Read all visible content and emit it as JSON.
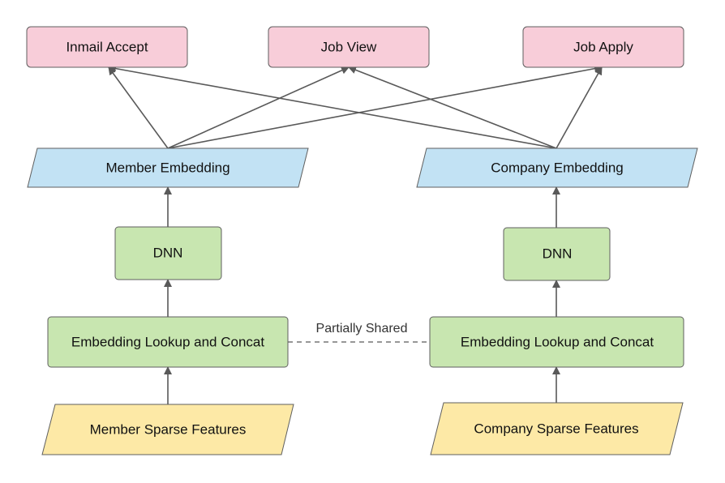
{
  "colors": {
    "output_fill": "#f8cdd9",
    "embedding_fill": "#c2e2f4",
    "process_fill": "#c8e6b0",
    "input_fill": "#fde9a6",
    "edge": "#595959"
  },
  "nodes": {
    "inmail_accept": {
      "label": "Inmail Accept",
      "kind": "output"
    },
    "job_view": {
      "label": "Job View",
      "kind": "output"
    },
    "job_apply": {
      "label": "Job Apply",
      "kind": "output"
    },
    "member_embedding": {
      "label": "Member Embedding",
      "kind": "embedding"
    },
    "company_embedding": {
      "label": "Company Embedding",
      "kind": "embedding"
    },
    "member_dnn": {
      "label": "DNN",
      "kind": "process"
    },
    "company_dnn": {
      "label": "DNN",
      "kind": "process"
    },
    "member_lookup": {
      "label": "Embedding Lookup and Concat",
      "kind": "process"
    },
    "company_lookup": {
      "label": "Embedding Lookup and Concat",
      "kind": "process"
    },
    "member_features": {
      "label": "Member Sparse Features",
      "kind": "input"
    },
    "company_features": {
      "label": "Company Sparse Features",
      "kind": "input"
    }
  },
  "edges": [
    {
      "from": "member_features",
      "to": "member_lookup"
    },
    {
      "from": "member_lookup",
      "to": "member_dnn"
    },
    {
      "from": "member_dnn",
      "to": "member_embedding"
    },
    {
      "from": "company_features",
      "to": "company_lookup"
    },
    {
      "from": "company_lookup",
      "to": "company_dnn"
    },
    {
      "from": "company_dnn",
      "to": "company_embedding"
    },
    {
      "from": "member_embedding",
      "to": "inmail_accept"
    },
    {
      "from": "member_embedding",
      "to": "job_view"
    },
    {
      "from": "member_embedding",
      "to": "job_apply"
    },
    {
      "from": "company_embedding",
      "to": "inmail_accept"
    },
    {
      "from": "company_embedding",
      "to": "job_view"
    },
    {
      "from": "company_embedding",
      "to": "job_apply"
    }
  ],
  "shared_link": {
    "from": "member_lookup",
    "to": "company_lookup",
    "label": "Partially Shared"
  }
}
